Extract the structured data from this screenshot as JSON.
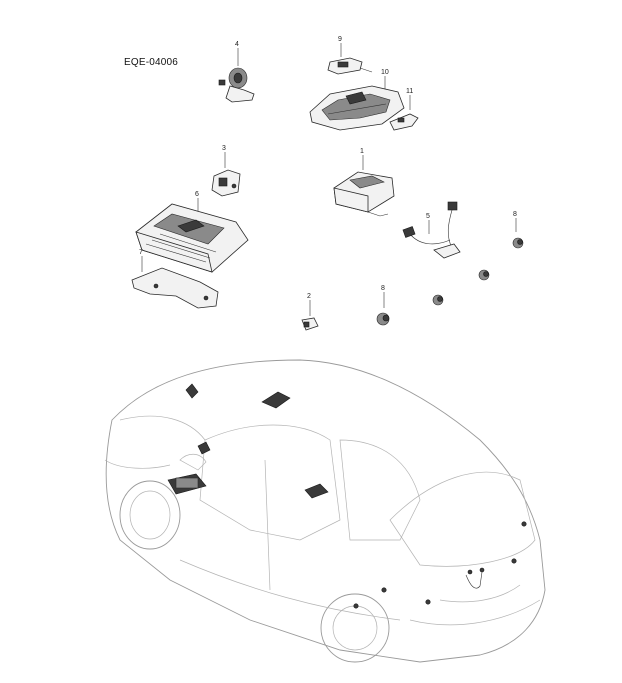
{
  "diagram": {
    "code": "EQE-04006",
    "callouts": [
      {
        "id": "c4",
        "label": "4"
      },
      {
        "id": "c9",
        "label": "9"
      },
      {
        "id": "c10",
        "label": "10"
      },
      {
        "id": "c11",
        "label": "11"
      },
      {
        "id": "c3",
        "label": "3"
      },
      {
        "id": "c1",
        "label": "1"
      },
      {
        "id": "c6",
        "label": "6"
      },
      {
        "id": "c5",
        "label": "5"
      },
      {
        "id": "c8a",
        "label": "8"
      },
      {
        "id": "c7",
        "label": "7"
      },
      {
        "id": "c2",
        "label": "2"
      },
      {
        "id": "c8b",
        "label": "8"
      }
    ]
  }
}
